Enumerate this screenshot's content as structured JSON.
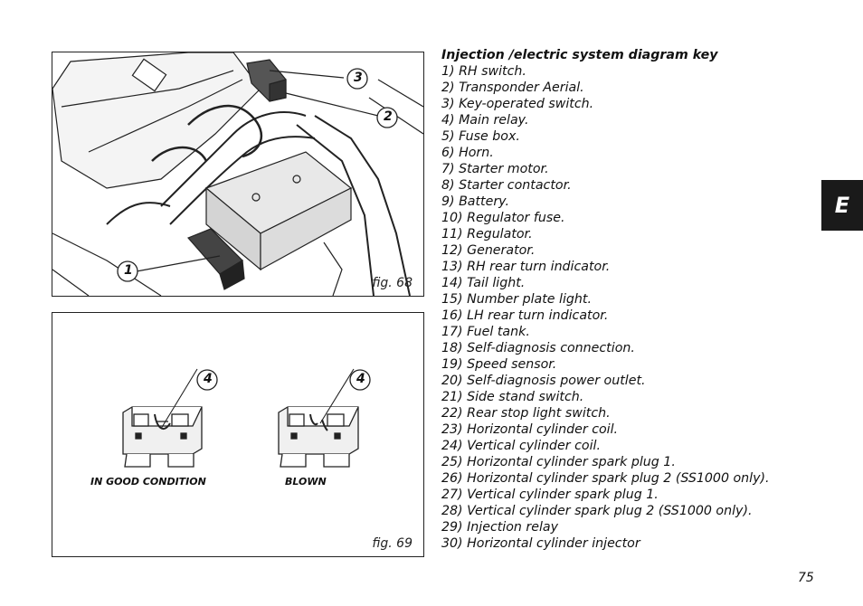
{
  "figures": {
    "fig68": {
      "label": "fig. 68",
      "callouts": [
        "3",
        "2",
        "1"
      ]
    },
    "fig69": {
      "label": "fig. 69",
      "callouts": [
        "4",
        "4"
      ],
      "good_label": "IN GOOD CONDITION",
      "blown_label": "BLOWN"
    }
  },
  "key": {
    "title": "Injection /electric system diagram key",
    "items": [
      "1) RH switch.",
      "2) Transponder Aerial.",
      "3) Key-operated switch.",
      "4) Main relay.",
      "5) Fuse box.",
      "6) Horn.",
      "7) Starter motor.",
      "8) Starter contactor.",
      "9) Battery.",
      "10) Regulator fuse.",
      "11) Regulator.",
      "12) Generator.",
      "13) RH rear turn indicator.",
      "14) Tail light.",
      "15) Number plate light.",
      "16) LH rear turn indicator.",
      "17) Fuel tank.",
      "18) Self-diagnosis connection.",
      "19) Speed sensor.",
      "20) Self-diagnosis power outlet.",
      "21) Side stand switch.",
      "22) Rear stop light switch.",
      "23) Horizontal cylinder coil.",
      "24) Vertical cylinder coil.",
      "25) Horizontal cylinder spark plug 1.",
      "26) Horizontal cylinder spark plug 2 (SS1000 only).",
      "27) Vertical cylinder spark plug 1.",
      "28) Vertical cylinder spark plug 2 (SS1000 only).",
      "29) Injection relay",
      "30) Horizontal cylinder injector"
    ]
  },
  "side_tab": "E",
  "page_number": "75"
}
